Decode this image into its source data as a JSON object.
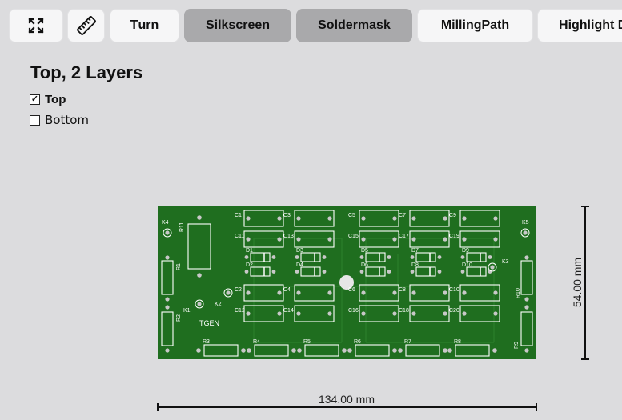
{
  "toolbar": {
    "fullscreen_icon": "fullscreen-icon",
    "ruler_icon": "ruler-icon",
    "turn": {
      "pre": "",
      "key": "T",
      "post": "urn"
    },
    "silkscreen": {
      "pre": "",
      "key": "S",
      "post": "ilkscreen"
    },
    "soldermask": {
      "pre": "Solder",
      "key": "m",
      "post": "ask"
    },
    "milling": {
      "pre": "Milling ",
      "key": "P",
      "post": "ath"
    },
    "highlight": {
      "pre": "",
      "key": "H",
      "post": "ighlight D"
    }
  },
  "view": {
    "title": "Top, 2 Layers",
    "layers": [
      {
        "label": "Top",
        "checked": true,
        "check_glyph": "✓"
      },
      {
        "label": "Bottom",
        "checked": false,
        "check_glyph": ""
      }
    ]
  },
  "board": {
    "colors": {
      "pcb": "#1f6e1f",
      "silk": "#ffffff",
      "pad": "#c8c8c8",
      "trace": "#2a7d2a"
    },
    "name": "TGEN",
    "labels": {
      "K4": "K4",
      "K5": "K5",
      "K3": "K3",
      "K2": "K2",
      "K1": "K1",
      "R11": "R11",
      "R1": "R1",
      "R2": "R2",
      "R10": "R10",
      "R9": "R9",
      "R3": "R3",
      "R4": "R4",
      "R5": "R5",
      "R6": "R6",
      "R7": "R7",
      "R8": "R8",
      "C1": "C1",
      "C3": "C3",
      "C5": "C5",
      "C7": "C7",
      "C9": "C9",
      "C11": "C11",
      "C13": "C13",
      "C15": "C15",
      "C17": "C17",
      "C19": "C19",
      "C2": "C2",
      "C4": "C4",
      "C6": "C6",
      "C8": "C8",
      "C10": "C10",
      "C12": "C12",
      "C14": "C14",
      "C16": "C16",
      "C18": "C18",
      "C20": "C20",
      "D1": "D1",
      "D2": "D2",
      "D3": "D3",
      "D4": "D4",
      "D5": "D5",
      "D6": "D6",
      "D7": "D7",
      "D8": "D8",
      "D9": "D9",
      "D10": "D10"
    }
  },
  "dimensions": {
    "width": "134.00 mm",
    "height": "54.00 mm"
  }
}
